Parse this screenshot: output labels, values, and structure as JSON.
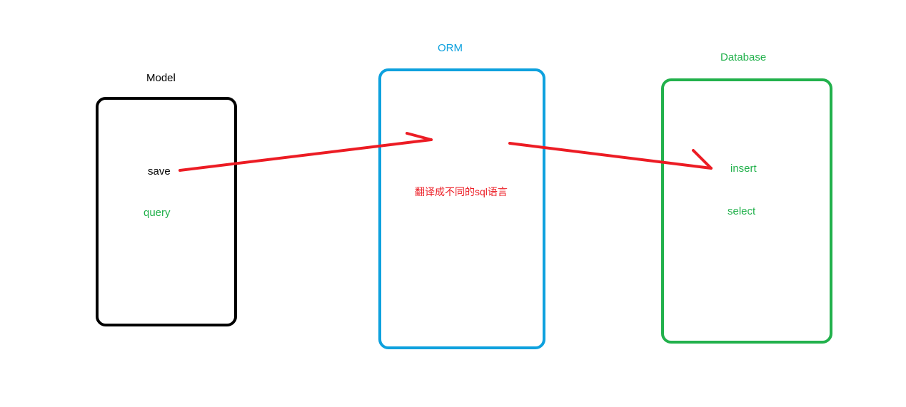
{
  "colors": {
    "model": "#000000",
    "orm": "#0ea1de",
    "database": "#22b14c",
    "arrow": "#ec1c24",
    "background": "#ffffff"
  },
  "model": {
    "title": "Model",
    "items": [
      "save",
      "query"
    ],
    "item_colors": [
      "#000000",
      "#22b14c"
    ]
  },
  "orm": {
    "title": "ORM",
    "note": "翻译成不同的sql语言"
  },
  "database": {
    "title": "Database",
    "items": [
      "insert",
      "select"
    ]
  },
  "arrows": [
    {
      "from": "model.save",
      "to": "orm"
    },
    {
      "from": "orm",
      "to": "database.insert"
    }
  ]
}
